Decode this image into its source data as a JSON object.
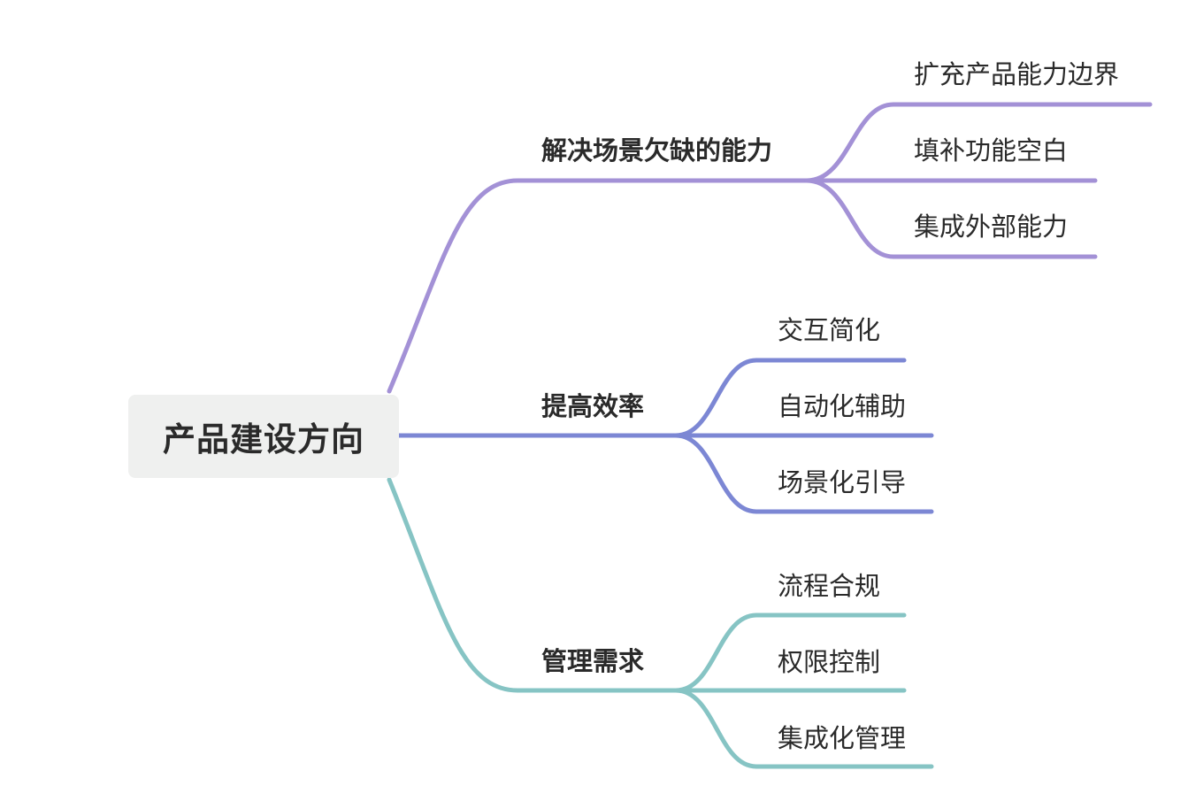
{
  "root": {
    "label": "产品建设方向"
  },
  "branches": [
    {
      "label": "解决场景欠缺的能力",
      "color": "#a391d6",
      "children": [
        {
          "label": "扩充产品能力边界"
        },
        {
          "label": "填补功能空白"
        },
        {
          "label": "集成外部能力"
        }
      ]
    },
    {
      "label": "提高效率",
      "color": "#7c87d4",
      "children": [
        {
          "label": "交互简化"
        },
        {
          "label": "自动化辅助"
        },
        {
          "label": "场景化引导"
        }
      ]
    },
    {
      "label": "管理需求",
      "color": "#86c4c4",
      "children": [
        {
          "label": "流程合规"
        },
        {
          "label": "权限控制"
        },
        {
          "label": "集成化管理"
        }
      ]
    }
  ]
}
